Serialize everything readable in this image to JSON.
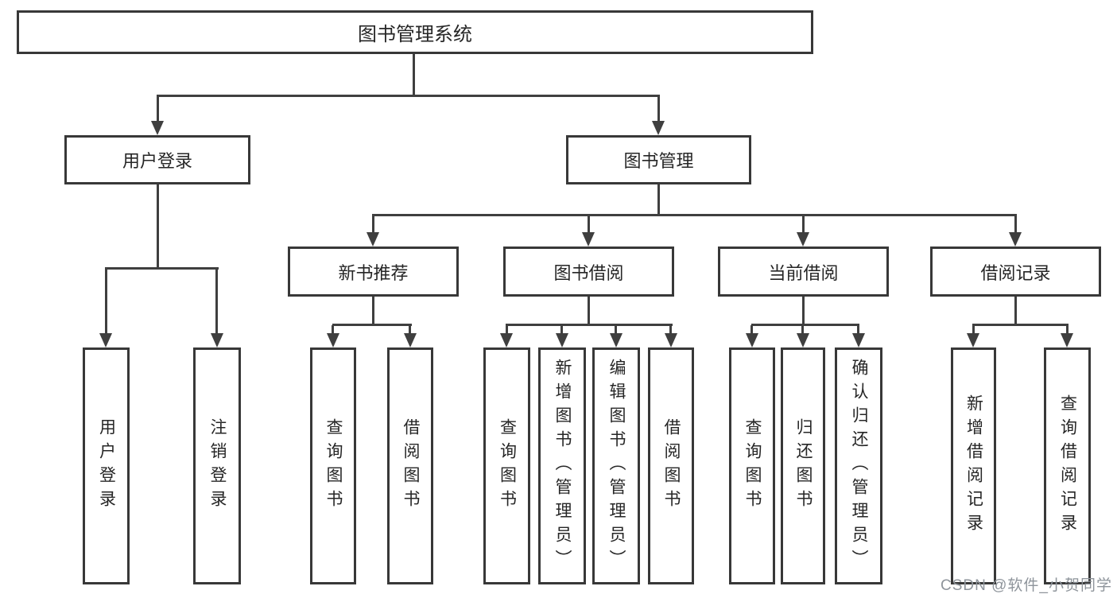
{
  "diagram": {
    "watermark": "CSDN @软件_小贺同学",
    "colors": {
      "line": "#3f3f3f",
      "border": "#383838",
      "text": "#262626",
      "background": "#ffffff",
      "watermark": "#8e949b"
    },
    "root": {
      "label": "图书管理系统"
    },
    "level2": [
      {
        "label": "用户登录",
        "leaves": [
          "用户登录",
          "注销登录"
        ]
      },
      {
        "label": "图书管理"
      }
    ],
    "level3": [
      {
        "label": "新书推荐",
        "leaves": [
          "查询图书",
          "借阅图书"
        ]
      },
      {
        "label": "图书借阅",
        "leaves": [
          "查询图书",
          "新增图书（管理员）",
          "编辑图书（管理员）",
          "借阅图书"
        ]
      },
      {
        "label": "当前借阅",
        "leaves": [
          "查询图书",
          "归还图书",
          "确认归还（管理员）"
        ]
      },
      {
        "label": "借阅记录",
        "leaves": [
          "新增借阅记录",
          "查询借阅记录"
        ]
      }
    ]
  }
}
